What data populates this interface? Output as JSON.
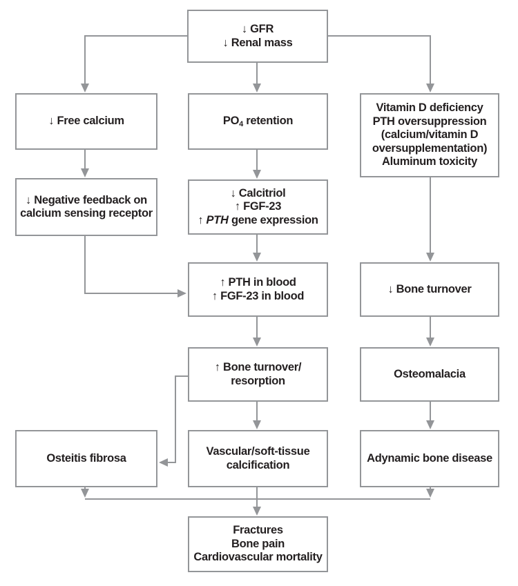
{
  "colors": {
    "border": "#939598",
    "arrow": "#939598",
    "text": "#231f20",
    "background": "#ffffff"
  },
  "nodes": {
    "gfr": {
      "lines": [
        "↓ GFR",
        "↓ Renal mass"
      ]
    },
    "free_calcium": {
      "lines": [
        "↓ Free calcium"
      ]
    },
    "po4_retention": {
      "pre": "PO",
      "sub": "4",
      "post": " retention"
    },
    "vitamin_d_causes": {
      "lines": [
        "Vitamin D deficiency",
        "PTH oversuppression",
        "(calcium/vitamin D",
        "oversupplementation)",
        "Aluminum toxicity"
      ]
    },
    "negative_feedback": {
      "lines": [
        "↓ Negative feedback on",
        "calcium sensing receptor"
      ]
    },
    "calcitriol": {
      "lines": [
        "↓ Calcitriol",
        "↑ FGF-23"
      ],
      "pth_pre": "↑ ",
      "pth_gene": "PTH",
      "pth_post": " gene expression"
    },
    "pth_blood": {
      "lines": [
        "↑ PTH in blood",
        "↑ FGF-23 in blood"
      ]
    },
    "low_bone_turnover": {
      "lines": [
        "↓ Bone turnover"
      ]
    },
    "high_bone_turnover": {
      "lines": [
        "↑ Bone turnover/",
        "resorption"
      ]
    },
    "osteomalacia": {
      "lines": [
        "Osteomalacia"
      ]
    },
    "osteitis_fibrosa": {
      "lines": [
        "Osteitis fibrosa"
      ]
    },
    "vascular_calcification": {
      "lines": [
        "Vascular/soft-tissue",
        "calcification"
      ]
    },
    "adynamic_bone_disease": {
      "lines": [
        "Adynamic bone disease"
      ]
    },
    "outcomes": {
      "lines": [
        "Fractures",
        "Bone pain",
        "Cardiovascular mortality"
      ]
    }
  }
}
